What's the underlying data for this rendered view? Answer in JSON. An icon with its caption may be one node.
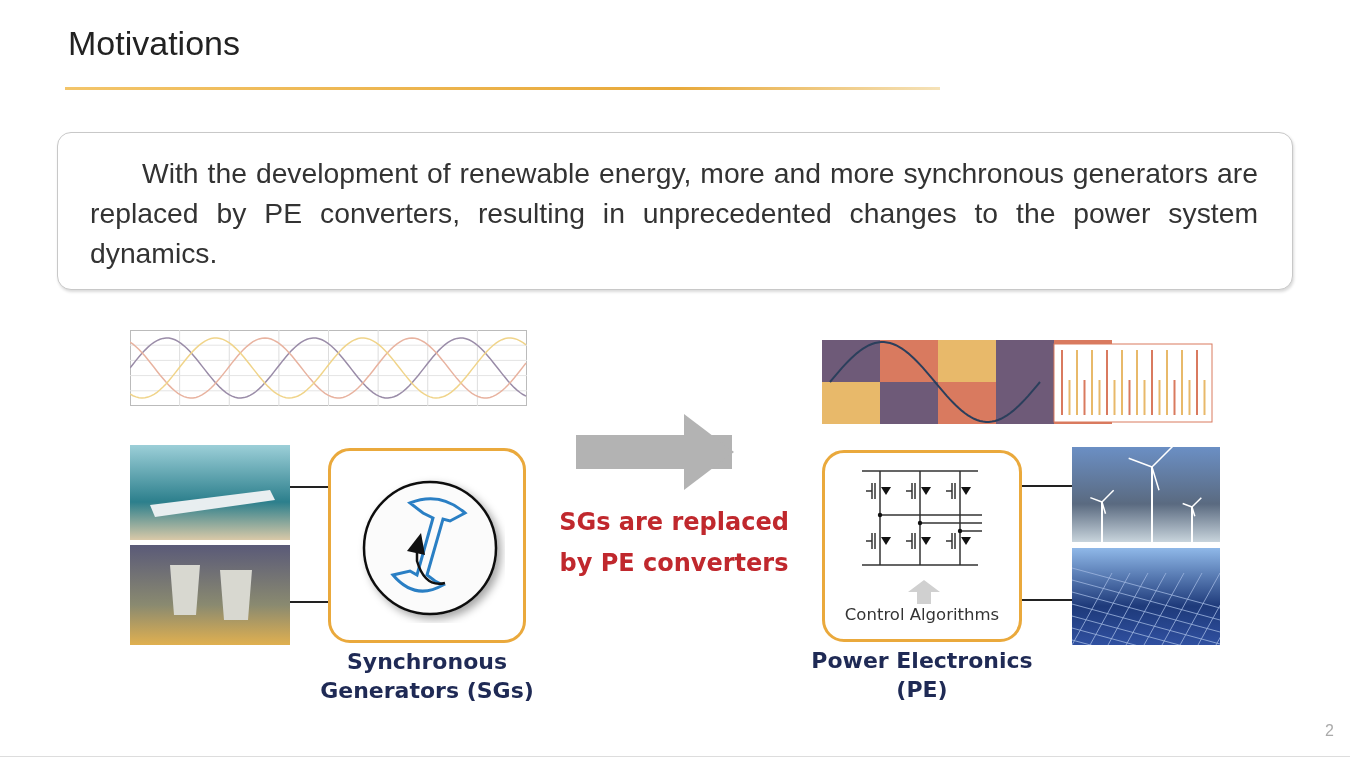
{
  "diagram": {
    "title": "Motivations",
    "nodes": [
      {
        "text": [
          "With the development of renewable energy, more and more synchronous generators are replaced by PE converters, resulting in unprecedented changes to the power system dynamics."
        ]
      },
      {
        "text": [],
        "shape": "picture"
      },
      {
        "text": [],
        "shape": "picture"
      },
      {
        "text": [],
        "shape": "picture"
      },
      {
        "text": [
          "Synchronous Generators (SGs)"
        ]
      },
      {
        "text": [],
        "shape": "picture"
      },
      {
        "text": [
          "Control Algorithms",
          "Power Electronics (PE)"
        ]
      },
      {
        "text": [],
        "shape": "picture"
      },
      {
        "text": [],
        "shape": "picture"
      }
    ],
    "edges": [
      {
        "from": 2,
        "to": 4,
        "arrow": "none"
      },
      {
        "from": 3,
        "to": 4,
        "arrow": "none"
      },
      {
        "from": 4,
        "to": 6,
        "arrow": "to",
        "label": "SGs are replaced by PE converters",
        "style": "thick",
        "color": "#b3b3b3"
      },
      {
        "from": 6,
        "to": 7,
        "arrow": "none"
      },
      {
        "from": 6,
        "to": 8,
        "arrow": "none"
      }
    ],
    "labels": [
      "2"
    ]
  }
}
